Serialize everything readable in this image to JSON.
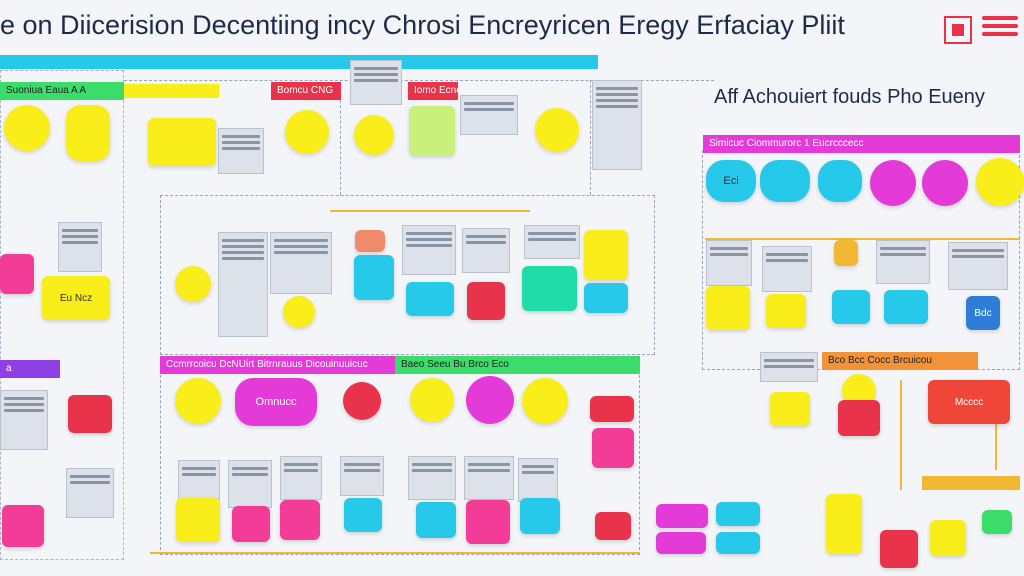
{
  "header": {
    "title": "e on Diicerision Decentiing incy Chrosi Encreyricen Eregy Erfaciay Pliit",
    "subtitle": "Aff  Achouiert fouds Pho Eueny"
  },
  "bars": {
    "top_cyan": "",
    "left_green": "Suoniua  Eaua  A  A",
    "red_box1": "Bomcu CNG",
    "red_box2": "Iomo Ecne",
    "magenta_right": "Simicuc  Ciommurorc  1  Eucrcccecc",
    "bottom_magenta": "Ccmrrcoicu  DcNUirt  Bitrnrauus  Dicouinuuicuc",
    "bottom_green": "Baeo  Seeu  Bu  Brco  Eco",
    "orange_right": "Bco Bcc  Cocc   Brcuicou",
    "left_violet": "a"
  },
  "tiles": {
    "yellow_left": "Eu Ncz",
    "magenta_pill": "Omnucc",
    "red_right": "Mcccc",
    "cyan_gel": "Eci",
    "blue_bottom": "Bdc"
  },
  "colors": {
    "yellow": "#f9ee1a",
    "magenta": "#e43ad7",
    "cyan": "#27c9ea",
    "green": "#3bdc6a",
    "red": "#e8334a",
    "pink": "#f23c98",
    "orange": "#f2933a"
  }
}
